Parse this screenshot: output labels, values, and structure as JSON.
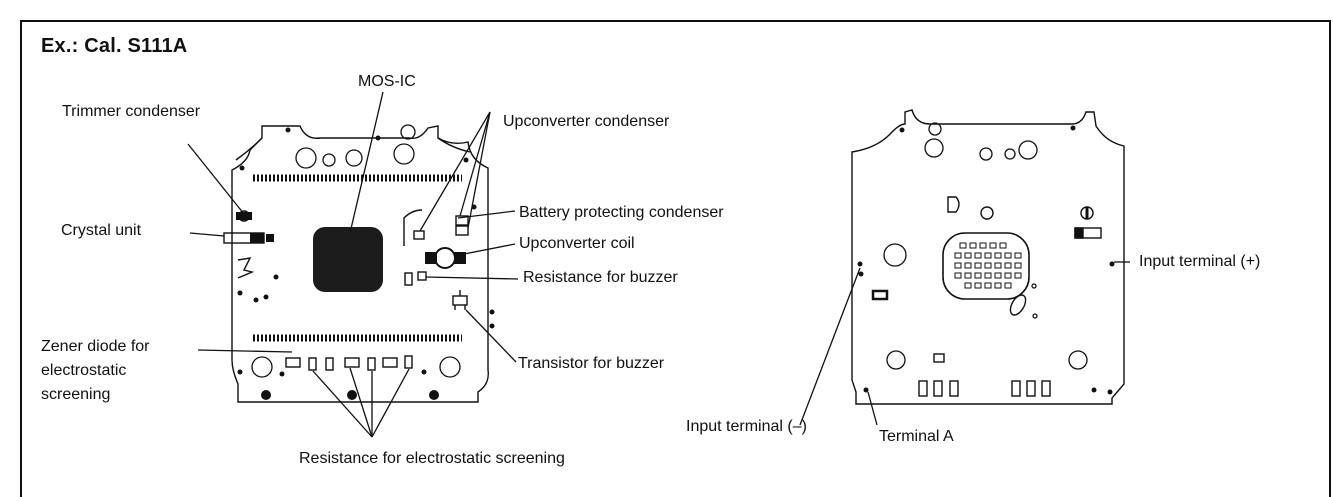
{
  "title": "Ex.:  Cal. S111A",
  "labels": {
    "mos_ic": "MOS-IC",
    "trimmer_condenser": "Trimmer condenser",
    "upconverter_condenser": "Upconverter condenser",
    "battery_protecting_condenser": "Battery protecting condenser",
    "crystal_unit": "Crystal unit",
    "upconverter_coil": "Upconverter coil",
    "resistance_for_buzzer": "Resistance for buzzer",
    "zener_line1": "Zener diode for",
    "zener_line2": "electrostatic",
    "zener_line3": "screening",
    "transistor_for_buzzer": "Transistor for buzzer",
    "resistance_electrostatic": "Resistance for electrostatic screening",
    "input_terminal_plus": "Input terminal (+)",
    "input_terminal_minus": "Input terminal (–)",
    "terminal_a": "Terminal A"
  }
}
